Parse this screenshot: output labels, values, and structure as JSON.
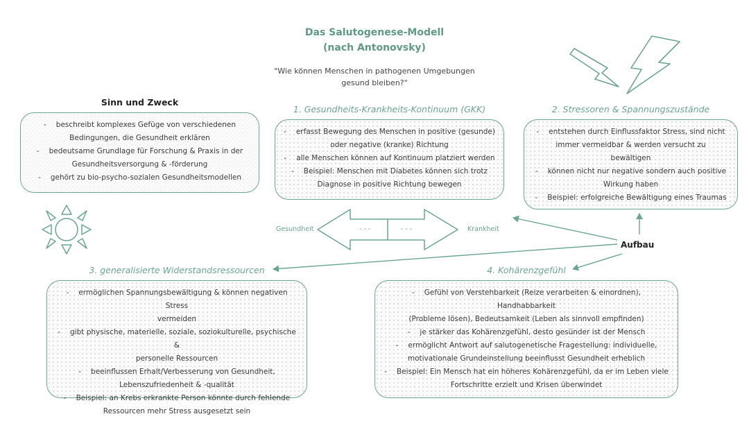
{
  "title_line1": "Das Salutogenese-Modell",
  "title_line2": "(nach Antonovsky)",
  "question_line1": "\"Wie können Menschen in pathogenen Umgebungen",
  "question_line2": "gesund bleiben?\"",
  "sinn": {
    "heading": "Sinn und Zweck",
    "items": [
      [
        "beschreibt komplexes Gefüge von verschiedenen",
        "Bedingungen, die Gesundheit erklären"
      ],
      [
        "bedeutsame Grundlage für Forschung & Praxis in der",
        "Gesundheitsversorgung & -förderung"
      ],
      [
        "gehört zu bio-psycho-sozialen Gesundheitsmodellen"
      ]
    ]
  },
  "gkk": {
    "heading": "1. Gesundheits-Krankheits-Kontinuum (GKK)",
    "items": [
      [
        "erfasst Bewegung des Menschen in positive (gesunde)",
        "oder negative (kranke) Richtung"
      ],
      [
        "alle Menschen können auf Kontinuum platziert werden"
      ],
      [
        "Beispiel: Menschen mit Diabetes können sich trotz",
        "Diagnose in positive Richtung bewegen"
      ]
    ]
  },
  "stress": {
    "heading": "2. Stressoren & Spannungszustände",
    "items": [
      [
        "entstehen durch Einflussfaktor Stress, sind nicht",
        "immer vermeidbar & werden versucht zu",
        "bewältigen"
      ],
      [
        "können nicht nur negative sondern auch positive",
        "Wirkung haben"
      ],
      [
        "Beispiel: erfolgreiche Bewältigung eines Traumas"
      ]
    ]
  },
  "widerstand": {
    "heading": "3. generalisierte Widerstandsressourcen",
    "items": [
      [
        "ermöglichen Spannungsbewältigung & können negativen Stress",
        "vermeiden"
      ],
      [
        "gibt physische, materielle, soziale, soziokulturelle, psychische &",
        "personelle Ressourcen"
      ],
      [
        "beeinflussen Erhalt/Verbesserung von Gesundheit,",
        "Lebenszufriedenheit & -qualität"
      ],
      [
        "Beispiel: an Krebs erkrankte Person könnte durch fehlende",
        "Ressourcen mehr Stress ausgesetzt sein"
      ]
    ]
  },
  "koharenz": {
    "heading": "4. Kohärenzgefühl",
    "items": [
      [
        "Gefühl von Verstehbarkeit (Reize verarbeiten & einordnen), Handhabbarkeit",
        "(Probleme lösen), Bedeutsamkeit (Leben als sinnvoll empfinden)"
      ],
      [
        "je stärker das Kohärenzgefühl, desto gesünder ist der Mensch"
      ],
      [
        "ermöglicht Antwort auf salutogenetische Fragestellung: individuelle,",
        "motivationale Grundeinstellung beeinflusst Gesundheit erheblich"
      ],
      [
        "Beispiel: Ein Mensch hat ein höheres Kohärenzgefühl, da er im Leben viele",
        "Fortschritte erzielt und Krisen überwindet"
      ]
    ]
  },
  "aufbau": "Aufbau",
  "continuum": {
    "left_label": "Gesundheit",
    "right_label": "Krankheit",
    "left_dashes": "- - -",
    "right_dashes": "- - -"
  },
  "dash_symbol": "-",
  "colors": {
    "accent": "#6aa590",
    "title": "#5f9a85",
    "text": "#3a3a3a"
  },
  "icons": [
    "sun-icon",
    "lightning-icon"
  ]
}
